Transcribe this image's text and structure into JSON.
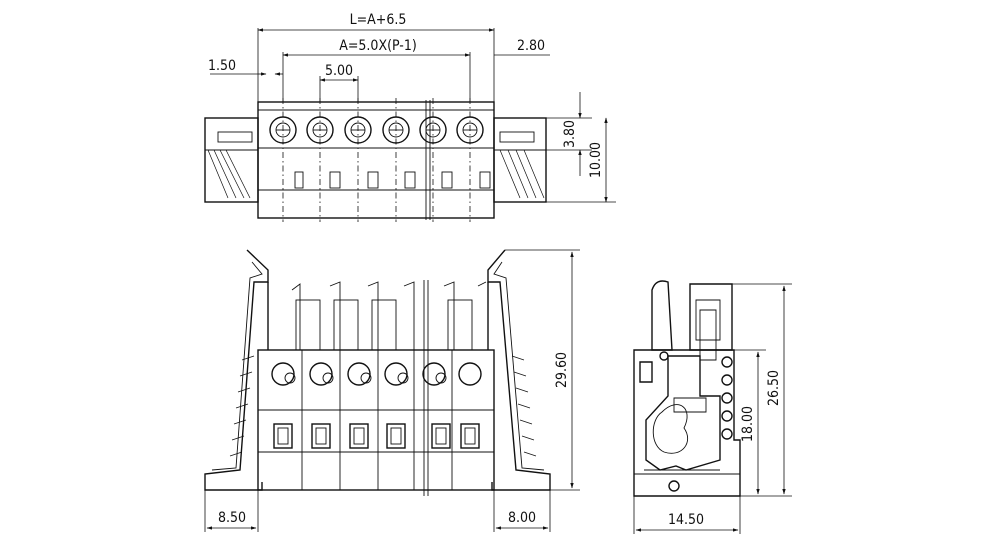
{
  "dimensions": {
    "overall_length": "L=A+6.5",
    "pitch_formula": "A=5.0X(P-1)",
    "left_offset": "1.50",
    "pitch": "5.00",
    "right_offset": "2.80",
    "top_small_height": "3.80",
    "top_total_height": "10.00",
    "front_height": "29.60",
    "left_flange": "8.50",
    "right_flange": "8.00",
    "side_total_height": "26.50",
    "side_body_height": "18.00",
    "side_width": "14.50"
  }
}
